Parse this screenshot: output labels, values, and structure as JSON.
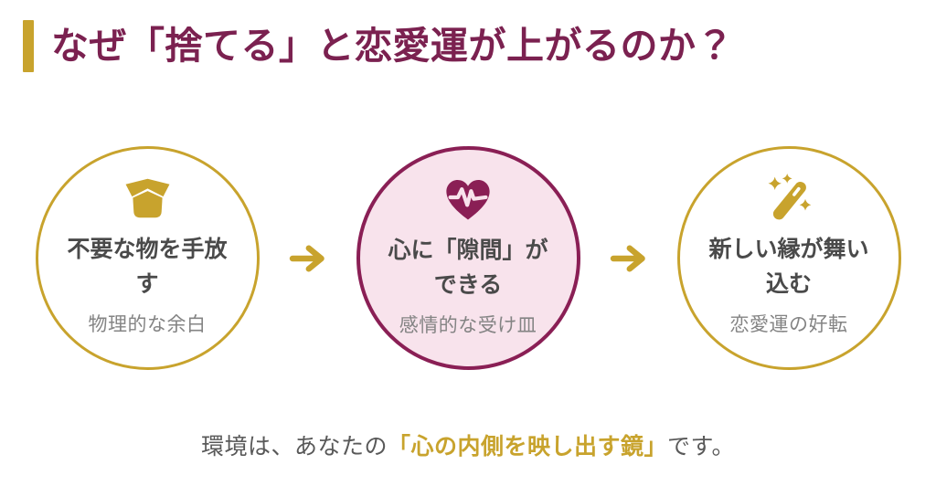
{
  "header": {
    "title": "なぜ「捨てる」と恋愛運が上がるのか？"
  },
  "steps": [
    {
      "icon": "box-open-icon",
      "label": "不要な物を手放\nす",
      "sublabel": "物理的な余白",
      "variant": "gold"
    },
    {
      "icon": "heart-pulse-icon",
      "label": "心に「隙間」が\nできる",
      "sublabel": "感情的な受け皿",
      "variant": "pink"
    },
    {
      "icon": "magic-wand-sparkles-icon",
      "label": "新しい縁が舞い\n込む",
      "sublabel": "恋愛運の好転",
      "variant": "gold"
    }
  ],
  "flow": {
    "arrow_icon": "arrow-right-icon"
  },
  "caption": {
    "prefix": "環境は、あなたの",
    "highlight": "「心の内側を映し出す鏡」",
    "suffix": "です。"
  },
  "colors": {
    "gold": "#C8A32D",
    "maroon": "#8A1F55",
    "title_maroon": "#7B2150",
    "pink_fill": "#F8E3EC",
    "label_dark": "#4A4A4A",
    "sublabel_gray": "#848484",
    "caption_gray": "#595959"
  }
}
